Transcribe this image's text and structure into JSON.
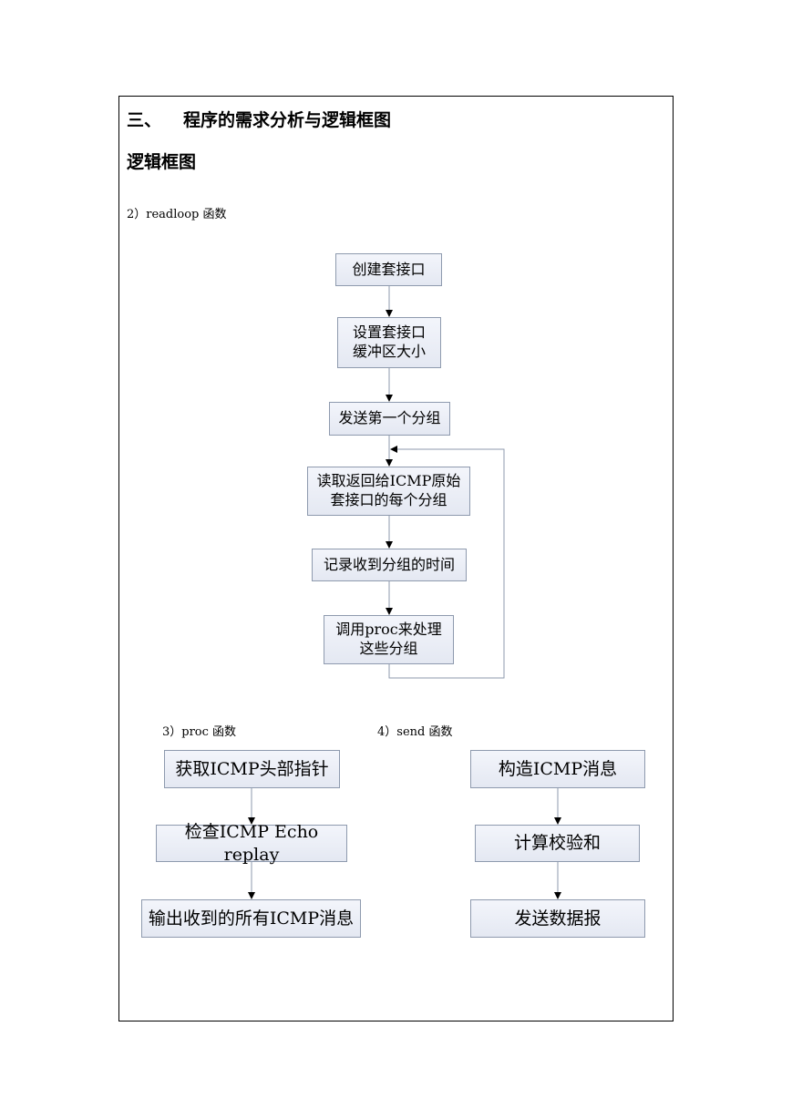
{
  "section": {
    "number": "三、",
    "title": "程序的需求分析与逻辑框图"
  },
  "subtitle": "逻辑框图",
  "readloop": {
    "caption": "2）readloop 函数",
    "steps": [
      "创建套接口",
      "设置套接口",
      "缓冲区大小",
      "发送第一个分组",
      "读取返回给ICMP原始",
      "套接口的每个分组",
      "记录收到分组的时间",
      "调用proc来处理",
      "这些分组"
    ]
  },
  "proc": {
    "caption": "3）proc 函数",
    "steps": [
      "获取ICMP头部指针",
      "检查ICMP Echo replay",
      "输出收到的所有ICMP消息"
    ]
  },
  "send": {
    "caption": "4）send 函数",
    "steps": [
      "构造ICMP消息",
      "计算校验和",
      "发送数据报"
    ]
  },
  "colors": {
    "box_border": "#8e9aae",
    "box_fill_top": "#f3f5fb",
    "box_fill_bottom": "#e4e8f2",
    "line": "#8e9aae",
    "arrow": "#000000"
  }
}
